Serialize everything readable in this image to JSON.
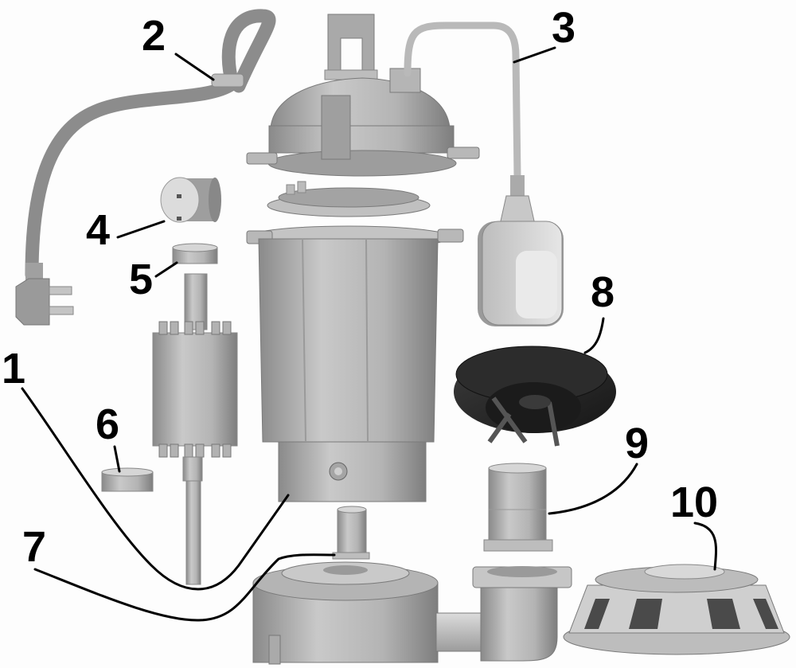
{
  "diagram": {
    "type": "exploded-view",
    "subject": "submersible pump",
    "colors": {
      "background": "#fdfdfd",
      "metal_light": "#d4d4d4",
      "metal_mid": "#a9a9a9",
      "metal_dark": "#7a7a7a",
      "cable": "#8c8c8c",
      "float_cable": "#b9b9b9",
      "impeller": "#2b2b2b",
      "leader_line": "#000000",
      "label": "#000000"
    },
    "callouts": [
      {
        "number": "1",
        "part": "motor housing"
      },
      {
        "number": "2",
        "part": "power cable gland"
      },
      {
        "number": "3",
        "part": "float switch cable"
      },
      {
        "number": "4",
        "part": "capacitor"
      },
      {
        "number": "5",
        "part": "upper bearing"
      },
      {
        "number": "6",
        "part": "lower bearing"
      },
      {
        "number": "7",
        "part": "shaft seal"
      },
      {
        "number": "8",
        "part": "impeller"
      },
      {
        "number": "9",
        "part": "outlet pipe"
      },
      {
        "number": "10",
        "part": "strainer base"
      }
    ]
  }
}
